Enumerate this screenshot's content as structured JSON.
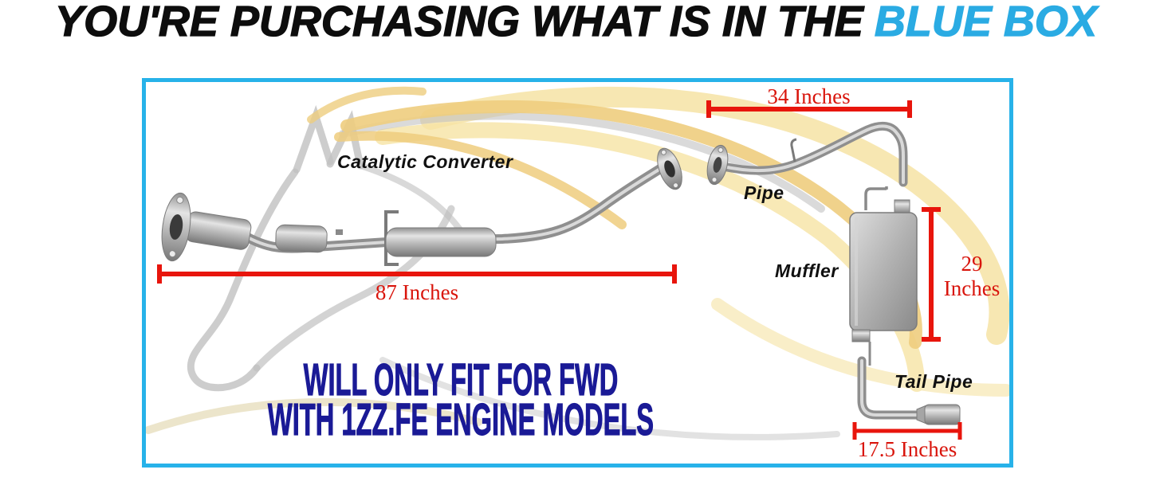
{
  "header": {
    "title_black": "YOU'RE PURCHASING WHAT IS IN THE",
    "title_blue": "BLUE BOX",
    "title_blue_color": "#2aabe3"
  },
  "diagram": {
    "part_labels": {
      "catalytic_converter": "Catalytic Converter",
      "pipe": "Pipe",
      "muffler": "Muffler",
      "tail_pipe": "Tail Pipe"
    },
    "measurements": {
      "pipe_section_length": "34 Inches",
      "front_section_length": "87 Inches",
      "muffler_height": "29 Inches",
      "tail_pipe_length": "17.5 Inches"
    },
    "fitment_note": {
      "line1": "WILL ONLY FIT FOR FWD",
      "line2": "WITH 1ZZ.FE ENGINE MODELS"
    },
    "colors": {
      "box_border_blue": "#27b2e9",
      "dimension_red": "#e8150c",
      "fitment_note_blue": "#1a1a96",
      "watermark_gold": "#eecd7e",
      "watermark_gray": "#c0c0c0"
    },
    "watermark": "horse-logo"
  }
}
